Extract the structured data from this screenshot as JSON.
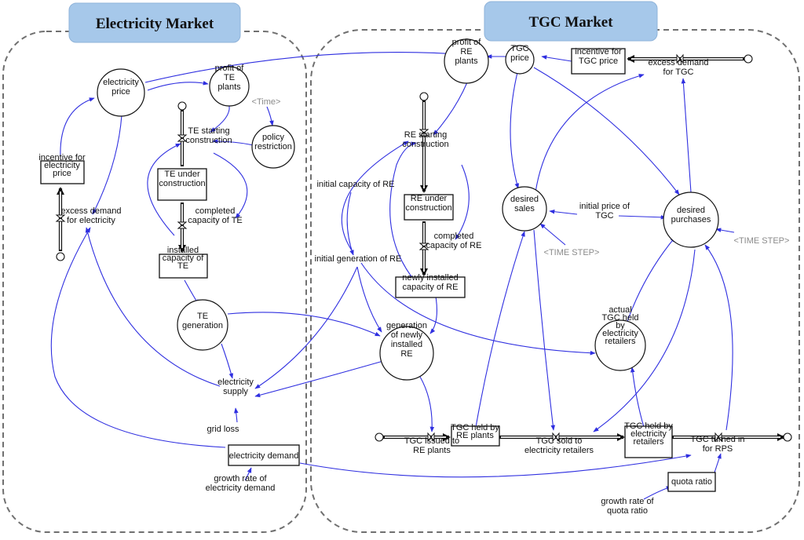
{
  "markets": {
    "electricity": "Electricity Market",
    "tgc": "TGC Market"
  },
  "nodes": {
    "electricity_price": [
      "electricity",
      "price"
    ],
    "profit_te_plants": [
      "profit of",
      "TE",
      "plants"
    ],
    "time_shadow": [
      "<Time>"
    ],
    "te_starting_construction": [
      "TE starting",
      "construction"
    ],
    "policy_restriction": [
      "policy",
      "restriction"
    ],
    "incentive_electricity_price": [
      "incentive for",
      "electricity",
      "price"
    ],
    "te_under_construction": [
      "TE under",
      "construction"
    ],
    "excess_demand_electricity": [
      "excess demand",
      "for electricity"
    ],
    "completed_capacity_te": [
      "completed",
      "capacity of TE"
    ],
    "installed_capacity_te": [
      "installed",
      "capacity of",
      "TE"
    ],
    "te_generation": [
      "TE",
      "generation"
    ],
    "electricity_supply": [
      "electricity",
      "supply"
    ],
    "grid_loss": [
      "grid loss"
    ],
    "electricity_demand": [
      "electricity demand"
    ],
    "growth_rate_electricity_demand": [
      "growth rate of",
      "electricity demand"
    ],
    "profit_re_plants": [
      "profit of",
      "RE",
      "plants"
    ],
    "re_starting_construction": [
      "RE starting",
      "construction"
    ],
    "initial_capacity_re": [
      "initial capacity of RE"
    ],
    "re_under_construction": [
      "RE under",
      "construction"
    ],
    "completed_capacity_re": [
      "completed",
      "capacity of RE"
    ],
    "initial_generation_re": [
      "initial generation of RE"
    ],
    "newly_installed_capacity_re": [
      "newly installed",
      "capacity of RE"
    ],
    "generation_newly_installed_re": [
      "generation",
      "of newly",
      "installed",
      "RE"
    ],
    "tgc_price": [
      "TGC",
      "price"
    ],
    "incentive_tgc_price": [
      "incentive for",
      "TGC price"
    ],
    "excess_demand_tgc": [
      "excess demand",
      "for TGC"
    ],
    "desired_sales": [
      "desired",
      "sales"
    ],
    "initial_price_tgc": [
      "initial price of",
      "TGC"
    ],
    "desired_purchases": [
      "desired",
      "purchases"
    ],
    "time_step_1": [
      "<TIME STEP>"
    ],
    "time_step_2": [
      "<TIME STEP>"
    ],
    "actual_tgc_held": [
      "actual",
      "TGC held",
      "by",
      "electricity",
      "retailers"
    ],
    "tgc_issued_re_plants": [
      "TGC issued to",
      "RE plants"
    ],
    "tgc_held_re_plants": [
      "TGC held by",
      "RE plants"
    ],
    "tgc_sold_retailers": [
      "TGC sold to",
      "electricity retailers"
    ],
    "tgc_held_retailers": [
      "TGC held by",
      "electricity",
      "retailers"
    ],
    "tgc_turned_in_rps": [
      "TGC turned in",
      "for RPS"
    ],
    "quota_ratio": [
      "quota ratio"
    ],
    "growth_rate_quota_ratio": [
      "growth rate of",
      "quota ratio"
    ]
  },
  "colors": {
    "link": "#2f2fe0",
    "header_fill": "#a6c8ea",
    "boundary": "#707070",
    "shadow_text": "#8a8a8a"
  }
}
